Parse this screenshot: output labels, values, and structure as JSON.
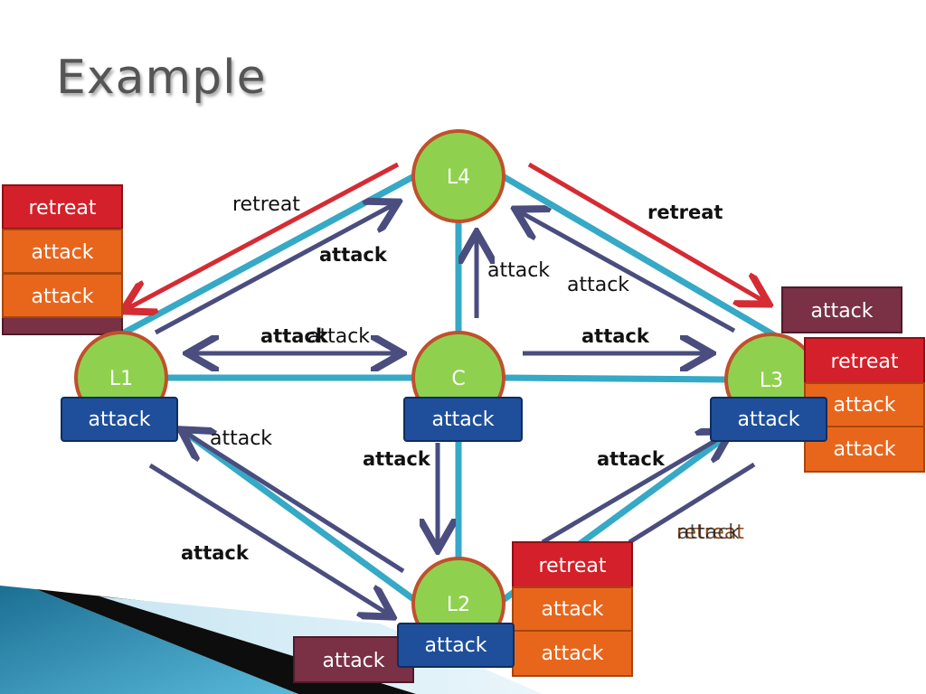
{
  "title": "Example",
  "colors": {
    "link": "#35a9c6",
    "node_fill": "#8fd14f",
    "node_stroke": "#c0502c",
    "arrow_attack": "#4a4d7e",
    "arrow_retreat": "#d52b33",
    "retreat_box": "#d4202a",
    "attack_box_orange": "#e8661c",
    "attack_box_maroon": "#7a3145",
    "attack_box_blue": "#1f4f9a"
  },
  "nodes": {
    "l4": "L4",
    "l1": "L1",
    "c": "C",
    "l3": "L3",
    "l2": "L2"
  },
  "edge_labels": {
    "l1_to_l4_retreat": "retreat",
    "l1_to_l4_attack": "attack",
    "l4_to_l3_retreat": "retreat",
    "c_to_l4_attack": "attack",
    "l3_to_l4_attack": "attack",
    "l1_c_attack_a": "attack",
    "l1_c_attack_b": "attack",
    "c_to_l3_attack": "attack",
    "l2_to_l1_attack": "attack",
    "c_to_l2_attack": "attack",
    "l3_l2_attack": "attack",
    "l1_to_l2_attack": "attack",
    "l2_l3_overlap_a": "retreat",
    "l2_l3_overlap_b": "attack"
  },
  "boxes": {
    "l1_stack": [
      "retreat",
      "attack",
      "attack"
    ],
    "l1_below": "attack",
    "c_below": "attack",
    "l3_above": "attack",
    "l3_stack": [
      "retreat",
      "attack",
      "attack"
    ],
    "l3_below": "attack",
    "l2_stack": [
      "retreat",
      "attack",
      "attack"
    ],
    "l2_below": "attack",
    "l2_left": "attack"
  }
}
